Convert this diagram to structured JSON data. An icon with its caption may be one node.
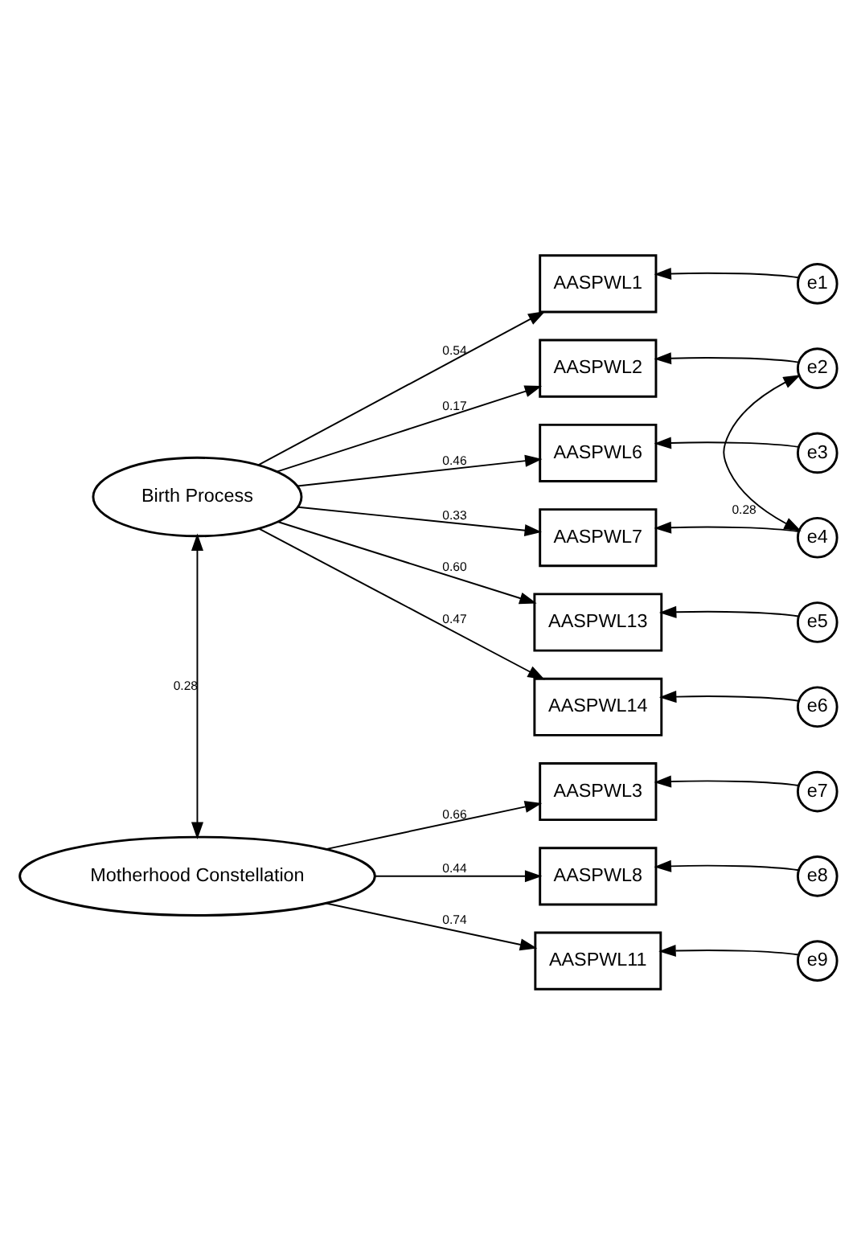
{
  "diagram": {
    "nodes": [
      {
        "text": [
          "Birth Process"
        ]
      },
      {
        "text": [
          "Motherhood Constellation"
        ]
      },
      {
        "text": [
          "AASPWL1"
        ]
      },
      {
        "text": [
          "AASPWL2"
        ]
      },
      {
        "text": [
          "AASPWL6"
        ]
      },
      {
        "text": [
          "AASPWL7"
        ]
      },
      {
        "text": [
          "AASPWL13"
        ]
      },
      {
        "text": [
          "AASPWL14"
        ]
      },
      {
        "text": [
          "AASPWL3"
        ]
      },
      {
        "text": [
          "AASPWL8"
        ]
      },
      {
        "text": [
          "AASPWL11"
        ]
      },
      {
        "text": [
          "e1"
        ]
      },
      {
        "text": [
          "e2"
        ]
      },
      {
        "text": [
          "e3"
        ]
      },
      {
        "text": [
          "e4"
        ]
      },
      {
        "text": [
          "e5"
        ]
      },
      {
        "text": [
          "e6"
        ]
      },
      {
        "text": [
          "e7"
        ]
      },
      {
        "text": [
          "e8"
        ]
      },
      {
        "text": [
          "e9"
        ]
      }
    ],
    "edges": [
      {
        "from": 0,
        "to": 2,
        "arrow": "to",
        "label": "0.54"
      },
      {
        "from": 0,
        "to": 3,
        "arrow": "to",
        "label": "0.17"
      },
      {
        "from": 0,
        "to": 4,
        "arrow": "to",
        "label": "0.46"
      },
      {
        "from": 0,
        "to": 5,
        "arrow": "to",
        "label": "0.33"
      },
      {
        "from": 0,
        "to": 6,
        "arrow": "to",
        "label": "0.60"
      },
      {
        "from": 0,
        "to": 7,
        "arrow": "to",
        "label": "0.47"
      },
      {
        "from": 1,
        "to": 8,
        "arrow": "to",
        "label": "0.66"
      },
      {
        "from": 1,
        "to": 9,
        "arrow": "to",
        "label": "0.44"
      },
      {
        "from": 1,
        "to": 10,
        "arrow": "to",
        "label": "0.74"
      },
      {
        "from": 11,
        "to": 2,
        "arrow": "to"
      },
      {
        "from": 12,
        "to": 3,
        "arrow": "to"
      },
      {
        "from": 13,
        "to": 4,
        "arrow": "to"
      },
      {
        "from": 14,
        "to": 5,
        "arrow": "to"
      },
      {
        "from": 15,
        "to": 6,
        "arrow": "to"
      },
      {
        "from": 16,
        "to": 7,
        "arrow": "to"
      },
      {
        "from": 17,
        "to": 8,
        "arrow": "to"
      },
      {
        "from": 18,
        "to": 9,
        "arrow": "to"
      },
      {
        "from": 19,
        "to": 10,
        "arrow": "to"
      },
      {
        "from": 12,
        "to": 14,
        "arrow": "both",
        "label": "0.28"
      },
      {
        "from": 0,
        "to": 1,
        "arrow": "both",
        "label": "0.28"
      }
    ]
  }
}
